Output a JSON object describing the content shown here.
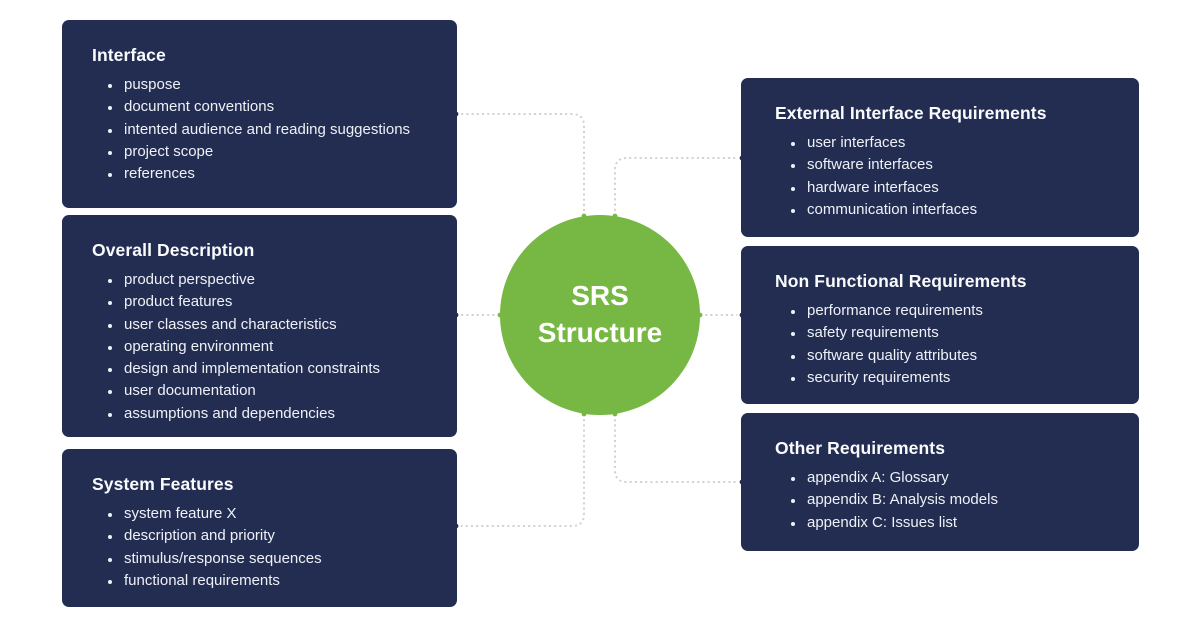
{
  "colors": {
    "canvas": "#ffffff",
    "box-bg": "#232d52",
    "box-text": "#eef1f5",
    "title-text": "#fafbfd",
    "circle-green": "#76b843",
    "connector": "#ccd2d9"
  },
  "center": {
    "label": "SRS Structure"
  },
  "boxes": [
    {
      "title": "Interface",
      "items": [
        "puspose",
        "document conventions",
        "intented audience and reading suggestions",
        "project scope",
        "references"
      ]
    },
    {
      "title": "Overall Description",
      "items": [
        "product perspective",
        "product features",
        "user classes and characteristics",
        "operating environment",
        "design and implementation constraints",
        "user documentation",
        "assumptions and dependencies"
      ]
    },
    {
      "title": "System Features",
      "items": [
        "system feature X",
        "description and priority",
        "stimulus/response sequences",
        "functional requirements"
      ]
    },
    {
      "title": "External Interface Requirements",
      "items": [
        "user interfaces",
        "software interfaces",
        "hardware interfaces",
        "communication interfaces"
      ]
    },
    {
      "title": "Non Functional Requirements",
      "items": [
        "performance requirements",
        "safety requirements",
        "software quality attributes",
        "security requirements"
      ]
    },
    {
      "title": "Other Requirements",
      "items": [
        "appendix A: Glossary",
        "appendix B: Analysis models",
        "appendix C: Issues list"
      ]
    }
  ]
}
